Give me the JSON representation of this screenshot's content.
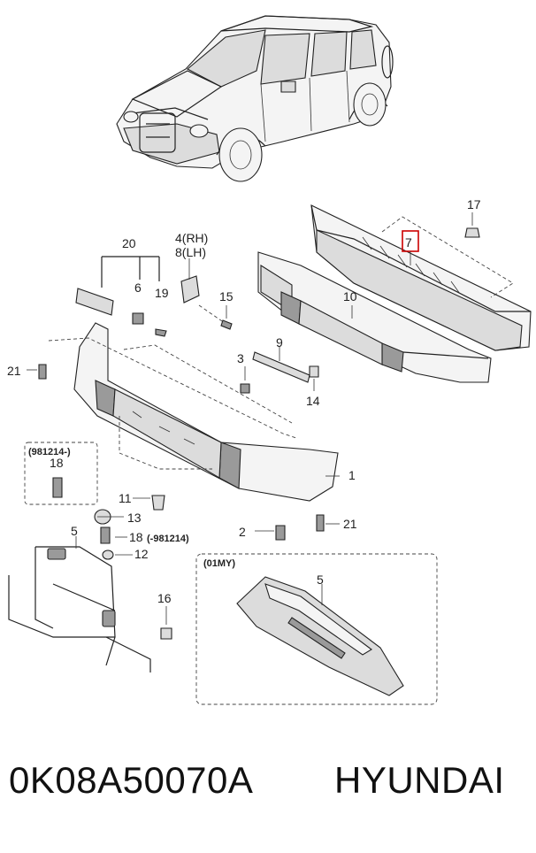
{
  "diagram": {
    "callouts": {
      "c1": "1",
      "c2": "2",
      "c3": "3",
      "c4": "4(RH)",
      "c5a": "5",
      "c5b": "5",
      "c6": "6",
      "c7": "7",
      "c8": "8(LH)",
      "c9": "9",
      "c10": "10",
      "c11": "11",
      "c12": "12",
      "c13": "13",
      "c14": "14",
      "c15": "15",
      "c16": "16",
      "c17": "17",
      "c18a": "18",
      "c18b": "18",
      "c18b_note": "(-981214)",
      "c19": "19",
      "c20": "20",
      "c21a": "21",
      "c21b": "21"
    },
    "inset_left": {
      "header": "(981214-)"
    },
    "inset_right": {
      "header": "(01MY)"
    },
    "highlight_color": "#cc0000"
  },
  "footer": {
    "part_number": "0K08A50070A",
    "brand": "HYUNDAI"
  }
}
